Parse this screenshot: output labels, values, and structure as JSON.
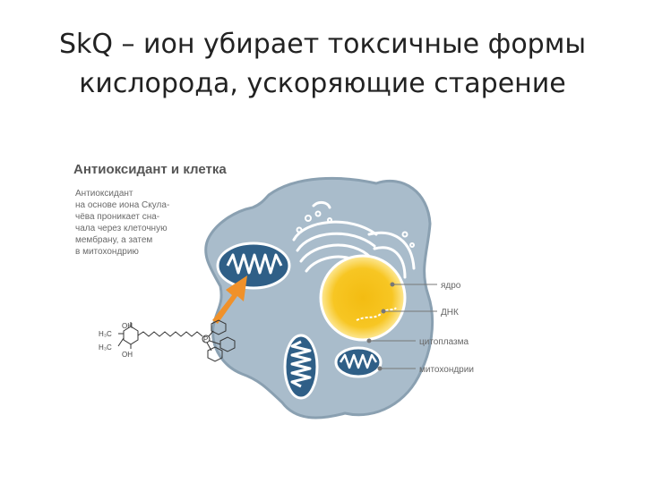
{
  "title": {
    "line1": "SkQ – ион убирает токсичные формы",
    "line2": "кислорода, ускоряющие  старение"
  },
  "figure": {
    "heading": "Антиоксидант и клетка",
    "caption": [
      "Антиоксидант",
      "на основе иона Скула-",
      "чёва проникает сна-",
      "чала через клеточную",
      "мембрану, а затем",
      "в митохондрию"
    ],
    "labels": {
      "nucleus": "ядро",
      "dna": "ДНК",
      "cytoplasm": "цитоплазма",
      "mitochondria": "митохондрии"
    },
    "molecule": {
      "oh_top": "OH",
      "oh_bottom": "OH",
      "h3c_top": "H₃C",
      "h3c_bottom": "H₃C",
      "phosphorus": "P"
    }
  },
  "colors": {
    "cell_fill": "#a9bccb",
    "cell_stroke": "#8aa0b1",
    "nucleus": "#f7c623",
    "nucleus_glow": "#fde99a",
    "mitochondria_dark": "#2f5f87",
    "mitochondria_light": "#ffffff",
    "arrow": "#f0912a",
    "label_text": "#666666"
  }
}
